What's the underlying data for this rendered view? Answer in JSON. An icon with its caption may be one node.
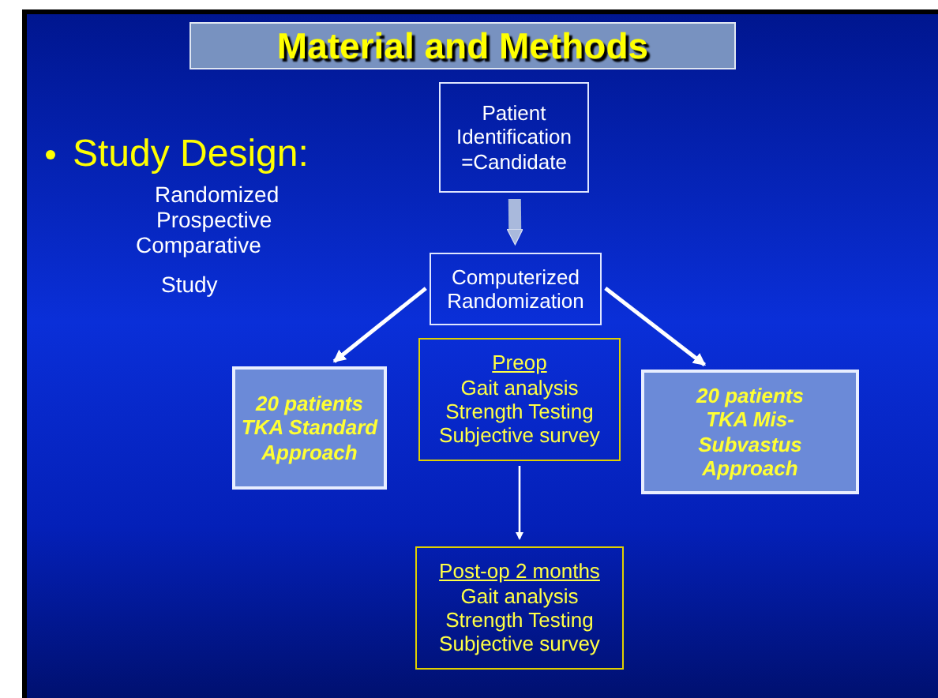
{
  "diagram": {
    "title": "Material and Methods",
    "nodes": [
      {
        "text": [
          "Patient Identification =Candidate"
        ]
      },
      {
        "text": [
          "Computerized Randomization"
        ]
      },
      {
        "text": [
          "20 patients TKA Standard Approach"
        ]
      },
      {
        "text": [
          "Preop",
          "Gait analysis Strength Testing Subjective survey"
        ]
      },
      {
        "text": [
          "20 patients TKA Mis-Subvastus Approach"
        ]
      },
      {
        "text": [
          "Post-op 2 months",
          "Gait analysis Strength Testing Subjective survey"
        ]
      }
    ],
    "edges": [
      {
        "from": 0,
        "to": 1,
        "arrow": "to",
        "style": "thick",
        "color": "#a9b9dc"
      },
      {
        "from": 1,
        "to": 2,
        "arrow": "to"
      },
      {
        "from": 1,
        "to": 4,
        "arrow": "to"
      },
      {
        "from": 3,
        "to": 5,
        "arrow": "to"
      }
    ],
    "labels": [
      "Study Design:",
      "Randomized",
      "Prospective",
      "Comparative",
      "Study"
    ]
  }
}
